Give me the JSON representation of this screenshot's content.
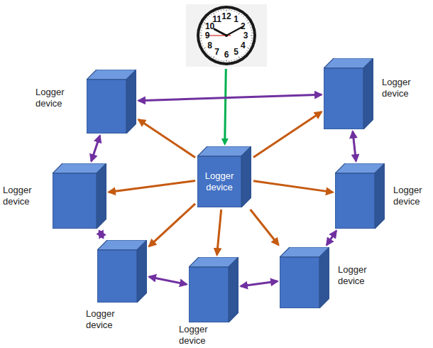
{
  "diagram": {
    "nodes": [
      {
        "text": [
          "12",
          "1",
          "2",
          "3",
          "4",
          "5",
          "6",
          "7",
          "8",
          "9",
          "10",
          "11"
        ]
      },
      {
        "text": [
          "Logger device"
        ]
      },
      {
        "text": [
          "Logger device"
        ]
      },
      {
        "text": [
          "Logger device"
        ]
      },
      {
        "text": [
          "Logger device"
        ]
      },
      {
        "text": [
          "Logger device"
        ]
      },
      {
        "text": [
          "Logger device"
        ]
      },
      {
        "text": [
          "Logger device"
        ]
      },
      {
        "text": [
          "Logger device"
        ]
      }
    ],
    "edges": [
      {
        "from": 0,
        "to": 1,
        "arrow": "to"
      },
      {
        "from": 1,
        "to": 2,
        "arrow": "to"
      },
      {
        "from": 1,
        "to": 3,
        "arrow": "to"
      },
      {
        "from": 1,
        "to": 4,
        "arrow": "to"
      },
      {
        "from": 1,
        "to": 5,
        "arrow": "to"
      },
      {
        "from": 1,
        "to": 6,
        "arrow": "to"
      },
      {
        "from": 1,
        "to": 7,
        "arrow": "to"
      },
      {
        "from": 1,
        "to": 8,
        "arrow": "to"
      },
      {
        "from": 2,
        "to": 3,
        "arrow": "both"
      },
      {
        "from": 2,
        "to": 4,
        "arrow": "both"
      },
      {
        "from": 4,
        "to": 6,
        "arrow": "both"
      },
      {
        "from": 6,
        "to": 7,
        "arrow": "both"
      },
      {
        "from": 7,
        "to": 8,
        "arrow": "both"
      },
      {
        "from": 8,
        "to": 5,
        "arrow": "both"
      },
      {
        "from": 5,
        "to": 3,
        "arrow": "both"
      }
    ]
  }
}
